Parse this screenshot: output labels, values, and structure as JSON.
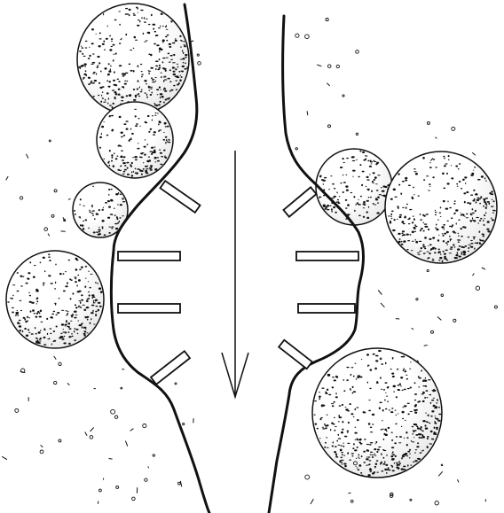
{
  "colors": {
    "ink": "#111111",
    "paper": "#ffffff"
  },
  "flow_direction": "down",
  "boulders": [
    {
      "side": "left",
      "size": "large"
    },
    {
      "side": "left",
      "size": "medium"
    },
    {
      "side": "left",
      "size": "small"
    },
    {
      "side": "left",
      "size": "large"
    },
    {
      "side": "right",
      "size": "medium"
    },
    {
      "side": "right",
      "size": "large"
    },
    {
      "side": "right",
      "size": "large"
    }
  ],
  "anchors": {
    "left_bank_count": 4,
    "right_bank_count": 4
  }
}
